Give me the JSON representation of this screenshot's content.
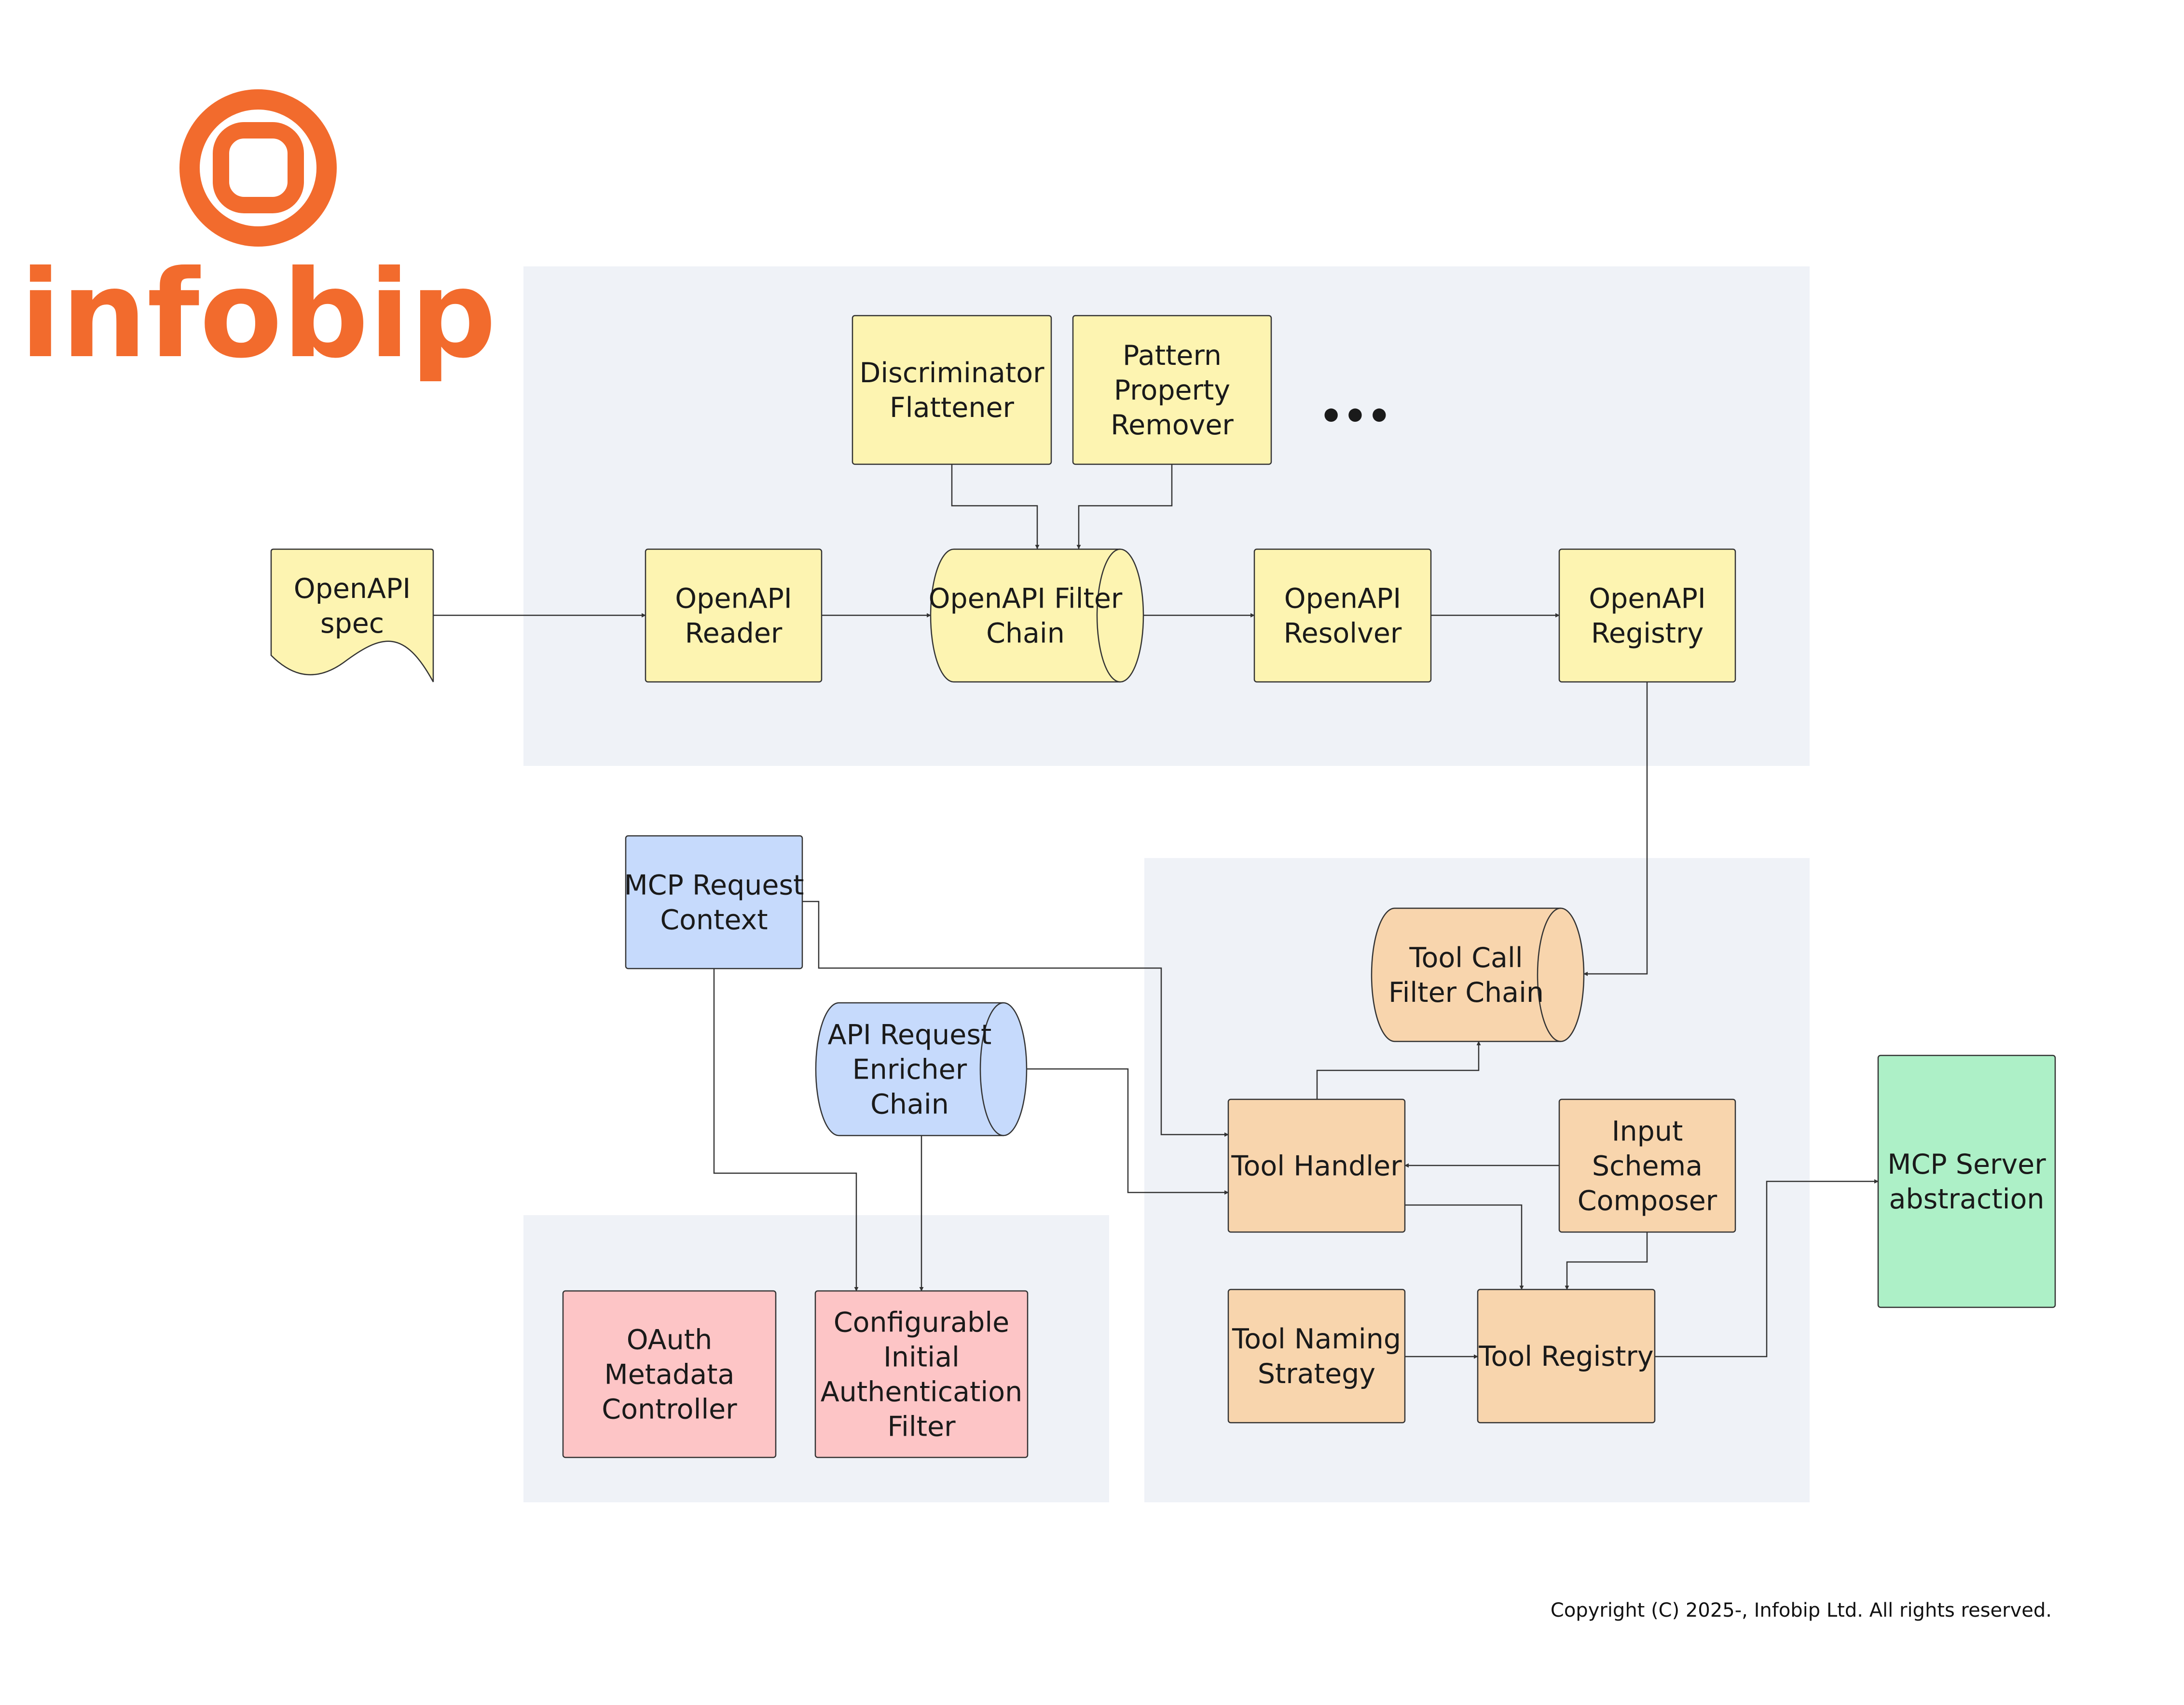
{
  "logo": {
    "text": "infobip",
    "color": "#f26b2d"
  },
  "copyright": "Copyright (C) 2025-, Infobip Ltd. All rights reserved.",
  "colors": {
    "group_bg": "#eff2f7",
    "yellow": "#fdf4b1",
    "orange": "#f8d5ad",
    "blue": "#c6dafc",
    "pink": "#fdc5c6",
    "green": "#adf0c7",
    "edge": "#333333"
  },
  "nodes": {
    "openapi_spec": {
      "lines": [
        "OpenAPI",
        "spec"
      ]
    },
    "openapi_reader": {
      "lines": [
        "OpenAPI",
        "Reader"
      ]
    },
    "discriminator_flattener": {
      "lines": [
        "Discriminator",
        "Flattener"
      ]
    },
    "pattern_property_remover": {
      "lines": [
        "Pattern",
        "Property",
        "Remover"
      ]
    },
    "ellipsis": {
      "lines": [
        "•••"
      ]
    },
    "openapi_filter_chain": {
      "lines": [
        "OpenAPI Filter",
        "Chain"
      ]
    },
    "openapi_resolver": {
      "lines": [
        "OpenAPI",
        "Resolver"
      ]
    },
    "openapi_registry": {
      "lines": [
        "OpenAPI",
        "Registry"
      ]
    },
    "mcp_request_context": {
      "lines": [
        "MCP Request",
        "Context"
      ]
    },
    "api_request_enricher_chain": {
      "lines": [
        "API Request",
        "Enricher",
        "Chain"
      ]
    },
    "tool_call_filter_chain": {
      "lines": [
        "Tool Call",
        "Filter Chain"
      ]
    },
    "tool_handler": {
      "lines": [
        "Tool Handler"
      ]
    },
    "input_schema_composer": {
      "lines": [
        "Input",
        "Schema",
        "Composer"
      ]
    },
    "oauth_metadata_controller": {
      "lines": [
        "OAuth",
        "Metadata",
        "Controller"
      ]
    },
    "configurable_initial_authentication_filter": {
      "lines": [
        "Configurable",
        "Initial",
        "Authentication",
        "Filter"
      ]
    },
    "tool_naming_strategy": {
      "lines": [
        "Tool Naming",
        "Strategy"
      ]
    },
    "tool_registry": {
      "lines": [
        "Tool Registry"
      ]
    },
    "mcp_server_abstraction": {
      "lines": [
        "MCP Server",
        "abstraction"
      ]
    }
  }
}
